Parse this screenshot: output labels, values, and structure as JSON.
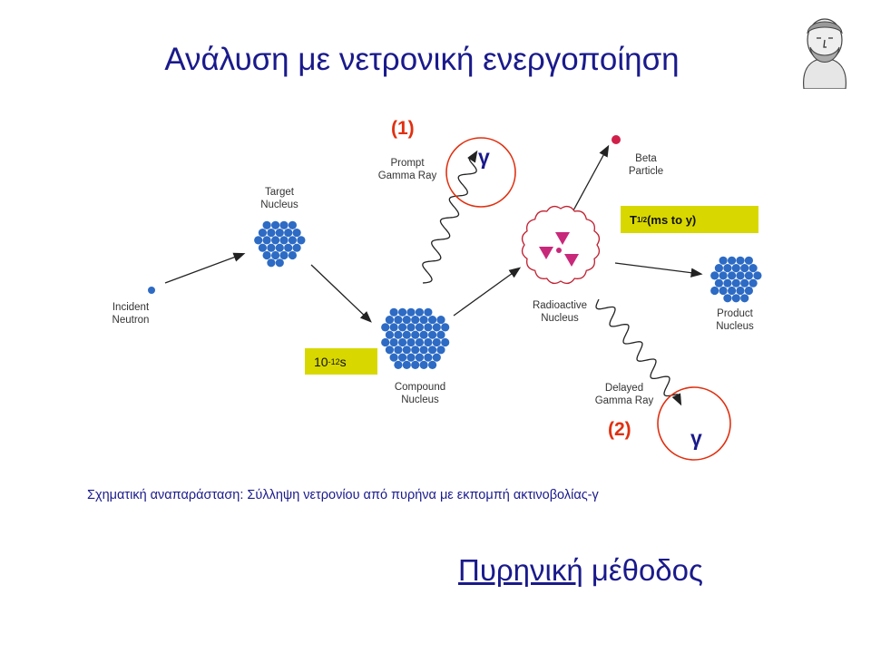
{
  "title": "Ανάλυση με νετρονική ενεργοποίηση",
  "labels": {
    "incident": [
      "Incident",
      "Neutron"
    ],
    "target": [
      "Target",
      "Nucleus"
    ],
    "compound": [
      "Compound",
      "Nucleus"
    ],
    "prompt": [
      "Prompt",
      "Gamma Ray"
    ],
    "radioactive": [
      "Radioactive",
      "Nucleus"
    ],
    "beta": [
      "Beta",
      "Particle"
    ],
    "delayed": [
      "Delayed",
      "Gamma Ray"
    ],
    "product": [
      "Product",
      "Nucleus"
    ]
  },
  "markers": {
    "one": "(1)",
    "two": "(2)"
  },
  "gamma_symbol": "γ",
  "compound_time": {
    "base": "10",
    "exp": "-12",
    "unit": " s"
  },
  "half_life": {
    "T": "T",
    "sub": "1/2",
    "rest": " (ms to y)"
  },
  "caption": "Σχηματική αναπαράσταση: Σύλληψη νετρονίου από πυρήνα με εκπομπή ακτινοβολίας-γ",
  "method": {
    "underlined": "Πυρηνική",
    "rest": " μέθοδος"
  },
  "colors": {
    "title": "#1a1a8c",
    "nucleon": "#2d6bc4",
    "circle": "#e03010",
    "box": "#d8d800",
    "trefoil": "#c8287a"
  },
  "icons": {
    "bust": "philosopher-bust-icon",
    "radiation": "radiation-trefoil-icon"
  }
}
